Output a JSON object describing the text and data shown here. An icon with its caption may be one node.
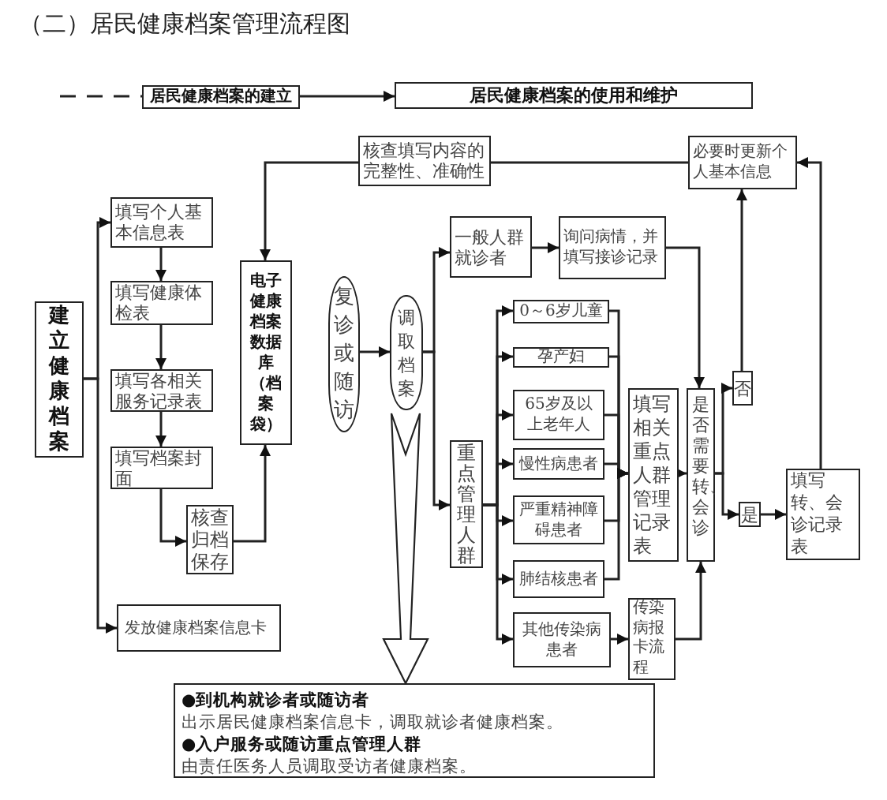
{
  "diagram": {
    "title": "（二）居民健康档案管理流程图",
    "nodes": [
      {
        "text": [
          "居民健康档案的建立"
        ]
      },
      {
        "text": [
          "居民健康档案的使用和维护"
        ]
      },
      {
        "text": [
          "核查填写内容的完整性、准确性"
        ]
      },
      {
        "text": [
          "必要时更新个人基本信息"
        ]
      },
      {
        "text": [
          "填写个人基本信息表"
        ]
      },
      {
        "text": [
          "建立健康档案"
        ]
      },
      {
        "text": [
          "填写健康体检表"
        ]
      },
      {
        "text": [
          "电子健康档案数据库（档案袋）"
        ]
      },
      {
        "text": [
          "复诊或随访"
        ]
      },
      {
        "text": [
          "调取档案"
        ]
      },
      {
        "text": [
          "一般人群就诊者"
        ]
      },
      {
        "text": [
          "询问病情，并填写接诊记录"
        ]
      },
      {
        "text": [
          "填写各相关服务记录表"
        ]
      },
      {
        "text": [
          "填写档案封面"
        ]
      },
      {
        "text": [
          "核查归档保存"
        ]
      },
      {
        "text": [
          "发放健康档案信息卡"
        ]
      },
      {
        "text": [
          "0～6岁儿童"
        ]
      },
      {
        "text": [
          "孕产妇"
        ]
      },
      {
        "text": [
          "65岁及以上老年人"
        ]
      },
      {
        "text": [
          "重点管理人群"
        ]
      },
      {
        "text": [
          "慢性病患者"
        ]
      },
      {
        "text": [
          "严重精神障碍患者"
        ]
      },
      {
        "text": [
          "肺结核患者"
        ]
      },
      {
        "text": [
          "其他传染病患者"
        ]
      },
      {
        "text": [
          "填写相关重点人群管理记录表"
        ]
      },
      {
        "text": [
          "是否需要转、会诊"
        ]
      },
      {
        "text": [
          "否"
        ]
      },
      {
        "text": [
          "是"
        ]
      },
      {
        "text": [
          "填写转、会诊记录表"
        ]
      },
      {
        "text": [
          "传染病报卡流程"
        ]
      },
      {
        "text": [
          "●到机构就诊者或随访者",
          "出示居民健康档案信息卡，调取就诊者健康档案。",
          "●入户服务或随访重点管理人群",
          "由责任医务人员调取受访者健康档案。"
        ]
      }
    ],
    "edges": [
      {
        "from": 0,
        "to": 1,
        "arrow": "to"
      },
      {
        "from": 5,
        "to": 4,
        "arrow": "to"
      },
      {
        "from": 5,
        "to": 15,
        "arrow": "to"
      },
      {
        "from": 4,
        "to": 6,
        "arrow": "to"
      },
      {
        "from": 6,
        "to": 12,
        "arrow": "to"
      },
      {
        "from": 12,
        "to": 13,
        "arrow": "to"
      },
      {
        "from": 13,
        "to": 14,
        "arrow": "to"
      },
      {
        "from": 14,
        "to": 7,
        "arrow": "to"
      },
      {
        "from": 2,
        "to": 7,
        "arrow": "to"
      },
      {
        "from": 2,
        "to": 3,
        "arrow": "none"
      },
      {
        "from": 8,
        "to": 9,
        "arrow": "to"
      },
      {
        "from": 9,
        "to": 10,
        "arrow": "to"
      },
      {
        "from": 9,
        "to": 19,
        "arrow": "to"
      },
      {
        "from": 10,
        "to": 11,
        "arrow": "to"
      },
      {
        "from": 11,
        "to": 25,
        "arrow": "to"
      },
      {
        "from": 19,
        "to": 16,
        "arrow": "to"
      },
      {
        "from": 19,
        "to": 17,
        "arrow": "to"
      },
      {
        "from": 19,
        "to": 18,
        "arrow": "to"
      },
      {
        "from": 19,
        "to": 20,
        "arrow": "to"
      },
      {
        "from": 19,
        "to": 21,
        "arrow": "to"
      },
      {
        "from": 19,
        "to": 22,
        "arrow": "to"
      },
      {
        "from": 19,
        "to": 23,
        "arrow": "to"
      },
      {
        "from": 16,
        "to": 24,
        "arrow": "to"
      },
      {
        "from": 17,
        "to": 24,
        "arrow": "to"
      },
      {
        "from": 18,
        "to": 24,
        "arrow": "to"
      },
      {
        "from": 20,
        "to": 24,
        "arrow": "to"
      },
      {
        "from": 21,
        "to": 24,
        "arrow": "to"
      },
      {
        "from": 22,
        "to": 24,
        "arrow": "to"
      },
      {
        "from": 23,
        "to": 29,
        "arrow": "to"
      },
      {
        "from": 29,
        "to": 25,
        "arrow": "to"
      },
      {
        "from": 24,
        "to": 25,
        "arrow": "to"
      },
      {
        "from": 25,
        "to": 26,
        "arrow": "to"
      },
      {
        "from": 25,
        "to": 27,
        "arrow": "to"
      },
      {
        "from": 27,
        "to": 28,
        "arrow": "to"
      },
      {
        "from": 26,
        "to": 3,
        "arrow": "to"
      },
      {
        "from": 28,
        "to": 3,
        "arrow": "to"
      },
      {
        "from": 9,
        "to": 30,
        "arrow": "to",
        "style": "thick"
      },
      {
        "from": null,
        "to": 0,
        "arrow": "none",
        "style": "dashed"
      }
    ]
  }
}
